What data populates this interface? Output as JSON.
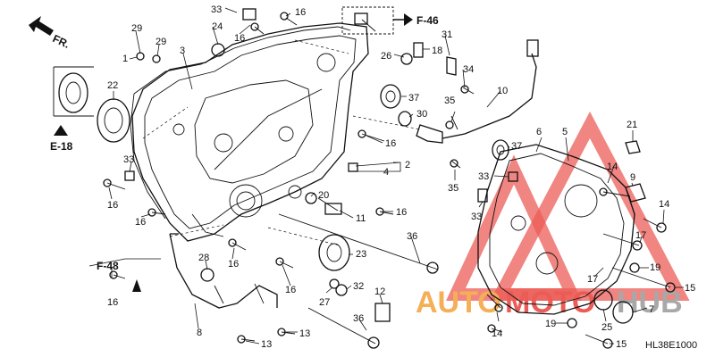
{
  "diagram": {
    "code": "HL38E1000",
    "refs": {
      "f46": "F-46",
      "f48": "F-48",
      "e18": "E-18",
      "fr": "FR."
    },
    "watermark": {
      "text_auto": "AUTO",
      "text_moto": "MOTO",
      "text_hub": "HUB",
      "color_red": "#e8403a",
      "color_gray": "#9a9a9a",
      "color_orange": "#f3a23a"
    },
    "callouts": [
      {
        "id": "c33a",
        "n": "33"
      },
      {
        "id": "c16a",
        "n": "16"
      },
      {
        "id": "c24",
        "n": "24"
      },
      {
        "id": "c16b",
        "n": "16"
      },
      {
        "id": "c29a",
        "n": "29"
      },
      {
        "id": "c29b",
        "n": "29"
      },
      {
        "id": "c1",
        "n": "1"
      },
      {
        "id": "c3",
        "n": "3"
      },
      {
        "id": "c22",
        "n": "22"
      },
      {
        "id": "c33b",
        "n": "33"
      },
      {
        "id": "c16c",
        "n": "16"
      },
      {
        "id": "c16d",
        "n": "16"
      },
      {
        "id": "c16e",
        "n": "16"
      },
      {
        "id": "c28",
        "n": "28"
      },
      {
        "id": "c16f",
        "n": "16"
      },
      {
        "id": "c16g",
        "n": "16"
      },
      {
        "id": "c8",
        "n": "8"
      },
      {
        "id": "c13a",
        "n": "13"
      },
      {
        "id": "c13b",
        "n": "13"
      },
      {
        "id": "c26",
        "n": "26"
      },
      {
        "id": "c18",
        "n": "18"
      },
      {
        "id": "c31",
        "n": "31"
      },
      {
        "id": "c34",
        "n": "34"
      },
      {
        "id": "c10",
        "n": "10"
      },
      {
        "id": "c37a",
        "n": "37"
      },
      {
        "id": "c30",
        "n": "30"
      },
      {
        "id": "c35a",
        "n": "35"
      },
      {
        "id": "c16h",
        "n": "16"
      },
      {
        "id": "c2",
        "n": "2"
      },
      {
        "id": "c4",
        "n": "4"
      },
      {
        "id": "c35b",
        "n": "35"
      },
      {
        "id": "c20",
        "n": "20"
      },
      {
        "id": "c16i",
        "n": "16"
      },
      {
        "id": "c11",
        "n": "11"
      },
      {
        "id": "c36a",
        "n": "36"
      },
      {
        "id": "c23",
        "n": "23"
      },
      {
        "id": "c32",
        "n": "32"
      },
      {
        "id": "c27",
        "n": "27"
      },
      {
        "id": "c12",
        "n": "12"
      },
      {
        "id": "c36b",
        "n": "36"
      },
      {
        "id": "c37b",
        "n": "37"
      },
      {
        "id": "c6",
        "n": "6"
      },
      {
        "id": "c5",
        "n": "5"
      },
      {
        "id": "c33c",
        "n": "33"
      },
      {
        "id": "c33d",
        "n": "33"
      },
      {
        "id": "c14a",
        "n": "14"
      },
      {
        "id": "c9",
        "n": "9"
      },
      {
        "id": "c21",
        "n": "21"
      },
      {
        "id": "c14b",
        "n": "14"
      },
      {
        "id": "c17a",
        "n": "17"
      },
      {
        "id": "c19a",
        "n": "19"
      },
      {
        "id": "c17b",
        "n": "17"
      },
      {
        "id": "c15a",
        "n": "15"
      },
      {
        "id": "c7",
        "n": "7"
      },
      {
        "id": "c25",
        "n": "25"
      },
      {
        "id": "c19b",
        "n": "19"
      },
      {
        "id": "c15b",
        "n": "15"
      },
      {
        "id": "c14c",
        "n": "14"
      }
    ]
  }
}
